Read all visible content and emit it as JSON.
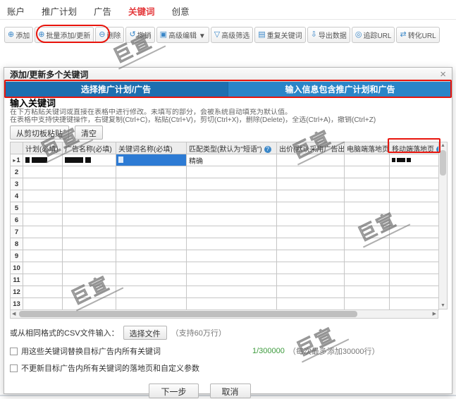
{
  "watermark": {
    "text": "巨宣"
  },
  "icons": {
    "help": "?",
    "close": "×",
    "row_marker": "▸",
    "scroll_up": "▲",
    "scroll_down": "▼",
    "scroll_left": "◀",
    "scroll_right": "▶"
  },
  "topnav": {
    "tabs": [
      {
        "label": "账户",
        "active": false
      },
      {
        "label": "推广计划",
        "active": false
      },
      {
        "label": "广告",
        "active": false
      },
      {
        "label": "关键词",
        "active": true
      },
      {
        "label": "创意",
        "active": false
      }
    ]
  },
  "toolbar": {
    "buttons": [
      {
        "label": "添加",
        "icon": "add-icon",
        "glyph": "⊕"
      },
      {
        "label": "批量添加/更新",
        "icon": "batch-add-update-icon",
        "glyph": "⊕"
      },
      {
        "label": "删除",
        "icon": "delete-icon",
        "glyph": "⊖"
      },
      {
        "label": "撤销",
        "icon": "undo-icon",
        "glyph": "↺"
      },
      {
        "label": "高级编辑 ▼",
        "icon": "advanced-edit-icon",
        "glyph": "▣"
      },
      {
        "label": "高级筛选",
        "icon": "advanced-filter-icon",
        "glyph": "▽"
      },
      {
        "label": "重复关键词",
        "icon": "duplicate-keywords-icon",
        "glyph": "▤"
      },
      {
        "label": "导出数据",
        "icon": "export-data-icon",
        "glyph": "⇩"
      },
      {
        "label": "追踪URL",
        "icon": "track-url-icon",
        "glyph": "◎"
      },
      {
        "label": "转化URL",
        "icon": "convert-url-icon",
        "glyph": "⇄"
      }
    ]
  },
  "modal": {
    "title": "添加/更新多个关键词",
    "tabs": [
      {
        "label": "选择推广计划/广告"
      },
      {
        "label": "输入信息包含推广计划和广告"
      }
    ],
    "section_title": "输入关键词",
    "hints": [
      "在下方粘贴关键词或直接在表格中进行修改。未填写的部分，会被系统自动填充为默认值。",
      "在表格中支持快捷键操作，右键复制(Ctrl+C)，粘贴(Ctrl+V)，剪切(Ctrl+X)，删除(Delete)，全选(Ctrl+A)，撤销(Ctrl+Z)"
    ],
    "paste_button": "从剪切板粘贴",
    "clear_button": "清空",
    "table": {
      "columns": [
        {
          "label": "",
          "help": false
        },
        {
          "label": "计划(必填)",
          "help": false
        },
        {
          "label": "广告名称(必填)",
          "help": false
        },
        {
          "label": "关键词名称(必填)",
          "help": false
        },
        {
          "label": "匹配类型(默认为\"短语\")",
          "help": true
        },
        {
          "label": "出价(默认采用广告出价)",
          "help": false
        },
        {
          "label": "电脑端落地页",
          "help": false
        },
        {
          "label": "移动端落地页",
          "help": true
        }
      ],
      "row_numbers": [
        "1",
        "2",
        "3",
        "4",
        "5",
        "6",
        "7",
        "8",
        "9",
        "10",
        "11",
        "12",
        "13"
      ],
      "active_row_number": "1",
      "active_row_match_type": "精确"
    },
    "csv_label": "或从相同格式的CSV文件输入：",
    "choose_file_button": "选择文件",
    "csv_limit_hint": "（支持60万行）",
    "replace_checkbox_label": "用这些关键词替换目标广告内所有关键词",
    "keyword_count": "1/300000",
    "batch_limit_hint": "（每次最多添加30000行）",
    "no_update_checkbox_label": "不更新目标广告内所有关键词的落地页和自定义参数",
    "next_button": "下一步",
    "cancel_button": "取消"
  },
  "colors": {
    "nav_active_red": "#e4393c",
    "annotation_red": "#e8140c",
    "tab_blue": "#2a85c8",
    "icon_blue": "#3a87c8",
    "selected_cell_blue": "#2d7bd4",
    "count_green": "#3c9a3c"
  }
}
